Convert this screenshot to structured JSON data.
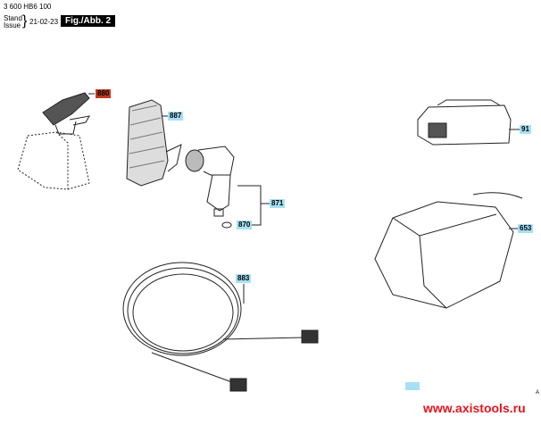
{
  "header": {
    "doc_number": "3 600 HB6 100",
    "stand_label": "Stand",
    "issue_label": "Issue",
    "date": "21-02-23",
    "figure": "Fig./Abb. 2"
  },
  "parts": [
    {
      "id": "880",
      "highlight": "#c0391f"
    },
    {
      "id": "887",
      "highlight": "#a6e0f5"
    },
    {
      "id": "871",
      "highlight": "#a6e0f5"
    },
    {
      "id": "870",
      "highlight": "#a6e0f5"
    },
    {
      "id": "883",
      "highlight": "#a6e0f5"
    },
    {
      "id": "91",
      "highlight": "#a6e0f5"
    },
    {
      "id": "653",
      "highlight": "#a6e0f5"
    }
  ],
  "footer": {
    "corner_mark": "A",
    "watermark": "www.axistools.ru"
  }
}
